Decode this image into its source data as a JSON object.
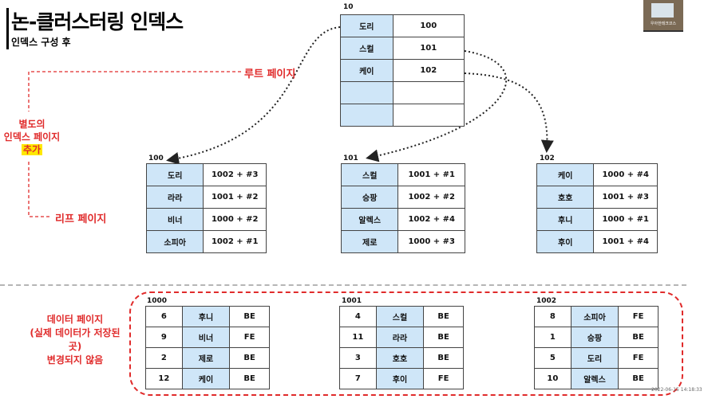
{
  "title": "논-클러스터링 인덱스",
  "subtitle": "인덱스 구성 후",
  "labels": {
    "root_page": "루트 페이지",
    "leaf_page": "리프 페이지",
    "extra_line1": "별도의",
    "extra_line2": "인덱스 페이지",
    "extra_line3": "추가",
    "data_line1": "데이터 페이지",
    "data_line2": "(실제 데이터가 저장된 곳)",
    "data_line3": "변경되지 않음"
  },
  "root": {
    "page": "10",
    "rows": [
      [
        "도리",
        "100"
      ],
      [
        "스컬",
        "101"
      ],
      [
        "케이",
        "102"
      ],
      [
        "",
        ""
      ],
      [
        "",
        ""
      ]
    ]
  },
  "leaves": [
    {
      "page": "100",
      "rows": [
        [
          "도리",
          "1002 + #3"
        ],
        [
          "라라",
          "1001 + #2"
        ],
        [
          "비너",
          "1000 + #2"
        ],
        [
          "소피아",
          "1002 + #1"
        ]
      ]
    },
    {
      "page": "101",
      "rows": [
        [
          "스컬",
          "1001 + #1"
        ],
        [
          "승팡",
          "1002 + #2"
        ],
        [
          "알렉스",
          "1002 + #4"
        ],
        [
          "제로",
          "1000 + #3"
        ]
      ]
    },
    {
      "page": "102",
      "rows": [
        [
          "케이",
          "1000 + #4"
        ],
        [
          "호호",
          "1001 + #3"
        ],
        [
          "후니",
          "1000 + #1"
        ],
        [
          "후이",
          "1001 + #4"
        ]
      ]
    }
  ],
  "data_pages": [
    {
      "page": "1000",
      "rows": [
        [
          "6",
          "후니",
          "BE"
        ],
        [
          "9",
          "비너",
          "FE"
        ],
        [
          "2",
          "제로",
          "BE"
        ],
        [
          "12",
          "케이",
          "BE"
        ]
      ]
    },
    {
      "page": "1001",
      "rows": [
        [
          "4",
          "스컬",
          "BE"
        ],
        [
          "11",
          "라라",
          "BE"
        ],
        [
          "3",
          "호호",
          "BE"
        ],
        [
          "7",
          "후이",
          "FE"
        ]
      ]
    },
    {
      "page": "1002",
      "rows": [
        [
          "8",
          "소피아",
          "FE"
        ],
        [
          "1",
          "승팡",
          "BE"
        ],
        [
          "5",
          "도리",
          "FE"
        ],
        [
          "10",
          "알렉스",
          "BE"
        ]
      ]
    }
  ],
  "webcam": {
    "caption": "우아한테크코스"
  },
  "timestamp": "2022-06-15 14:18:33",
  "colors": {
    "key_fill": "#cfe6f8",
    "accent_red": "#e02b2b",
    "highlight": "#ffe800"
  }
}
